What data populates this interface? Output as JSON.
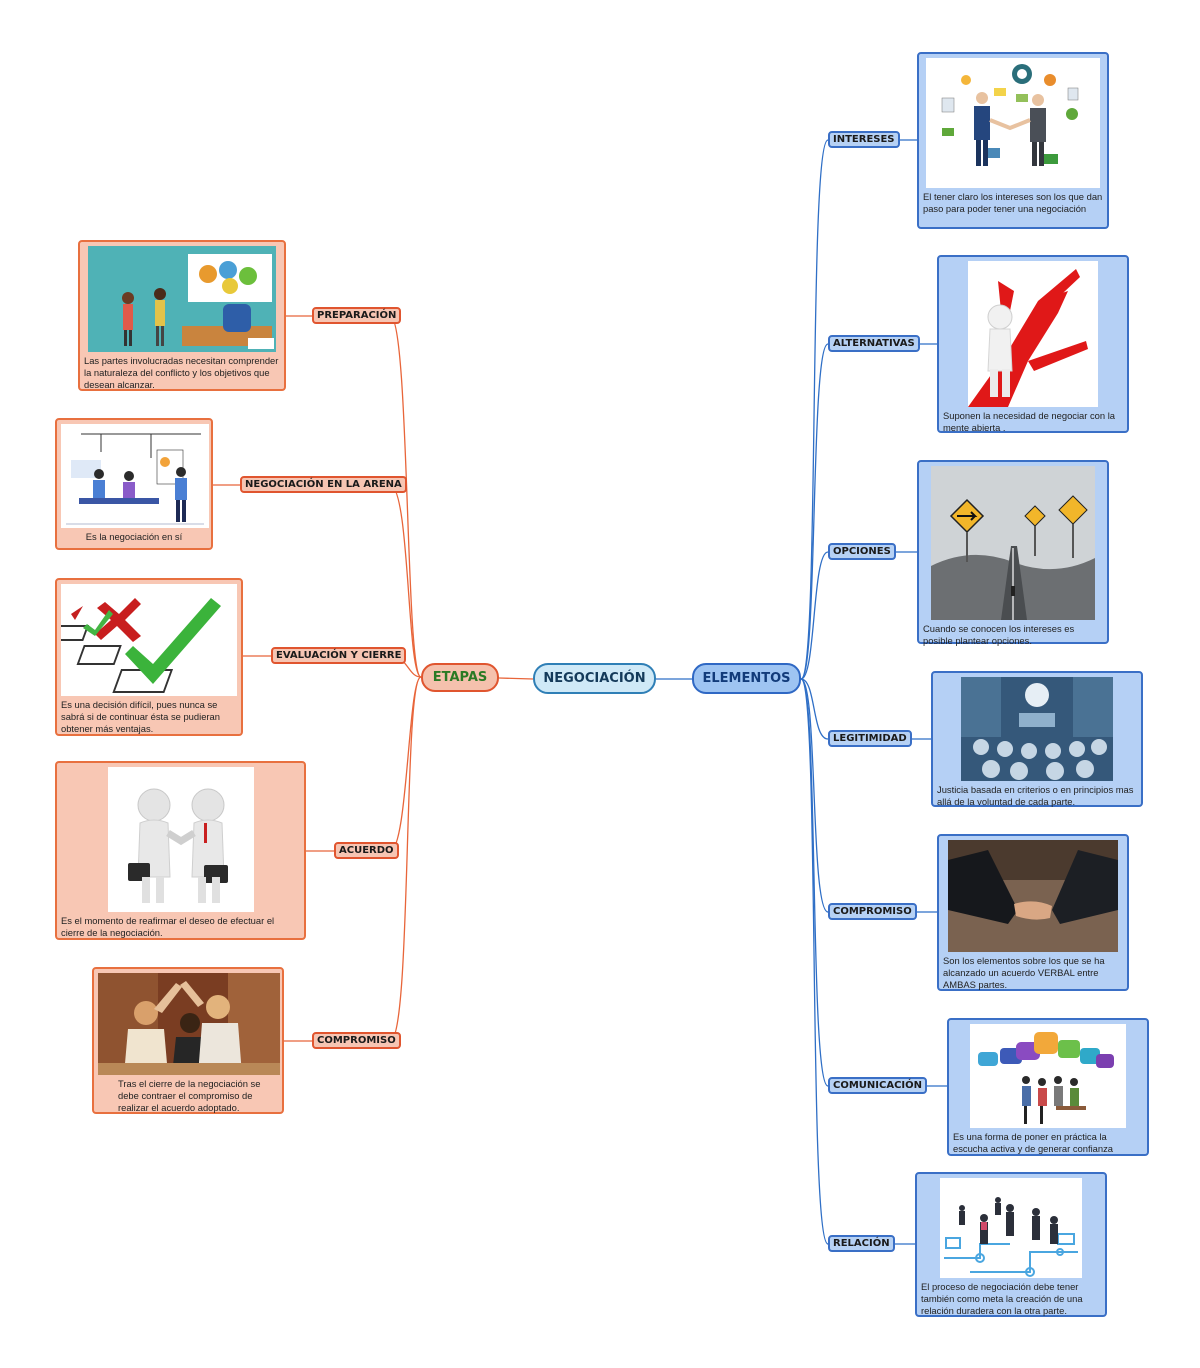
{
  "central": "NEGOCIACIÓN",
  "left_branch": {
    "label": "ETAPAS",
    "items": [
      {
        "label": "PREPARACIÓN",
        "text": "Las partes involucradas necesitan comprender la naturaleza del conflicto y los objetivos que desean alcanzar."
      },
      {
        "label": "NEGOCIACIÓN EN  LA ARENA",
        "text": "Es la negociación en sí"
      },
      {
        "label": "EVALUACIÓN Y CIERRE",
        "text": "Es una decisión difícil, pues nunca se sabrá si de continuar ésta se pudieran obtener más ventajas."
      },
      {
        "label": "ACUERDO",
        "text": "Es el momento de reafirmar el deseo de efectuar el cierre de la negociación."
      },
      {
        "label": "COMPROMISO",
        "text": "Tras el cierre de la negociación se debe contraer el compromiso de realizar el acuerdo adoptado."
      }
    ]
  },
  "right_branch": {
    "label": "ELEMENTOS",
    "items": [
      {
        "label": "INTERESES",
        "text": "El tener claro los intereses son los que dan paso para poder tener una negociación"
      },
      {
        "label": "ALTERNATIVAS",
        "text": "Suponen la necesidad de negociar con la mente abierta ."
      },
      {
        "label": "OPCIONES",
        "text": "Cuando se conocen los intereses es posible plantear opciones."
      },
      {
        "label": "LEGITIMIDAD",
        "text": "Justicia basada en criterios o en principios mas allá de la voluntad de cada parte."
      },
      {
        "label": "COMPROMISO",
        "text": "Son los elementos sobre los que se ha alcanzado un acuerdo VERBAL entre AMBAS partes."
      },
      {
        "label": "COMUNICACIÓN",
        "text": "Es una forma de poner en práctica la escucha activa y de generar confianza"
      },
      {
        "label": "RELACIÓN",
        "text": "El proceso de negociación debe tener también como meta la creación de una relación duradera con la otra parte."
      }
    ]
  },
  "colors": {
    "left_accent": "#e0552f",
    "right_accent": "#2f68c4",
    "center_fill": "#cfe9f7"
  }
}
